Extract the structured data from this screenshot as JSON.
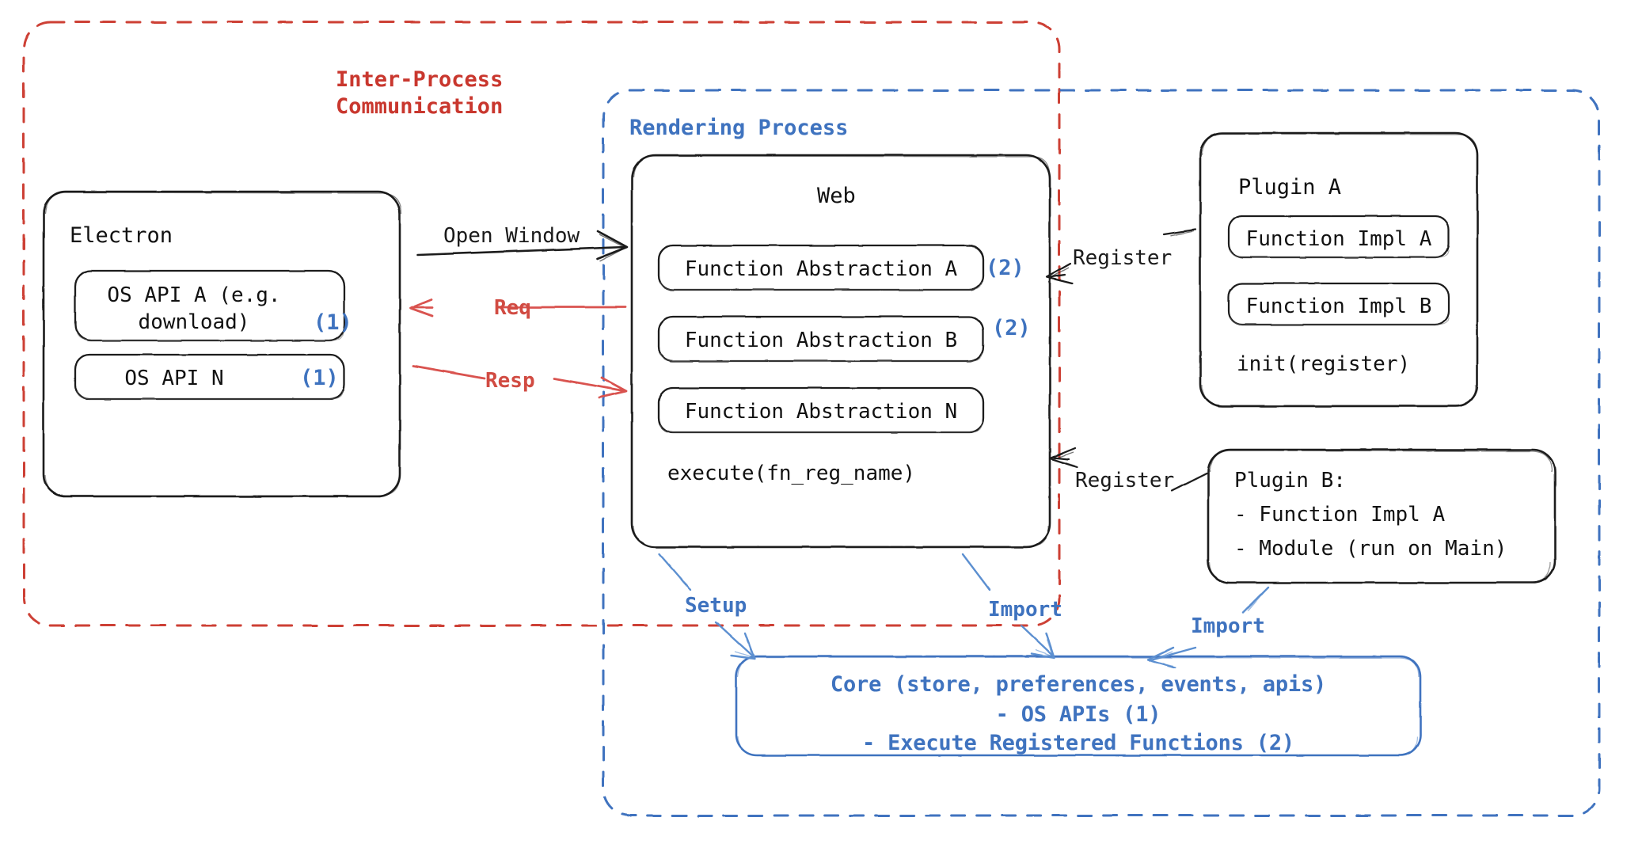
{
  "diagram": {
    "title": "Electron plugin architecture diagram",
    "colors": {
      "red": "#c9372e",
      "red_arrow": "#d14b42",
      "blue": "#3f73bf",
      "stroke_black": "#1a1a1a",
      "background": "#ffffff"
    }
  },
  "regions": {
    "ipc": {
      "label_line1": "Inter-Process",
      "label_line2": "Communication",
      "color": "#c9372e",
      "style": "dashed"
    },
    "rendering": {
      "label": "Rendering Process",
      "color": "#3f73bf",
      "style": "dashed"
    }
  },
  "electron": {
    "title": "Electron",
    "items": [
      {
        "label_line1": "OS API A (e.g.",
        "label_line2": "download)",
        "badge": "(1)"
      },
      {
        "label_line1": "OS API N",
        "label_line2": "",
        "badge": "(1)"
      }
    ]
  },
  "web": {
    "title": "Web",
    "items": [
      {
        "label": "Function Abstraction A",
        "badge": "(2)"
      },
      {
        "label": "Function Abstraction B",
        "badge": "(2)"
      },
      {
        "label": "Function Abstraction N",
        "badge": ""
      }
    ],
    "footer": "execute(fn_reg_name)"
  },
  "plugin_a": {
    "title": "Plugin A",
    "items": [
      {
        "label": "Function Impl A"
      },
      {
        "label": "Function Impl B"
      }
    ],
    "footer": "init(register)"
  },
  "plugin_b": {
    "title": "Plugin B:",
    "items": [
      {
        "label": "- Function Impl A"
      },
      {
        "label": "- Module (run on Main)"
      }
    ]
  },
  "core": {
    "line1": "Core (store, preferences, events, apis)",
    "line2": "- OS APIs (1)",
    "line3": "- Execute Registered Functions (2)"
  },
  "arrows": {
    "open_window": "Open Window",
    "req": "Req",
    "resp": "Resp",
    "register_top": "Register",
    "register_bottom": "Register",
    "setup": "Setup",
    "import_left": "Import",
    "import_right": "Import"
  }
}
